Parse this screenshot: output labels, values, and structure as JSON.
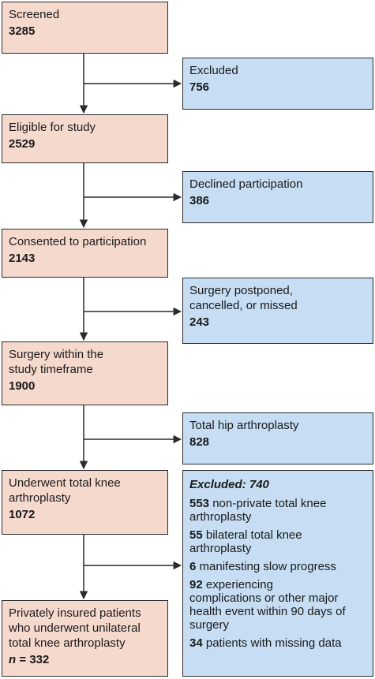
{
  "colors": {
    "left_box": "#f5d9cd",
    "right_box": "#c6ddf3",
    "line": "#2b2b2b"
  },
  "left_boxes": [
    {
      "title": "Screened",
      "count": "3285"
    },
    {
      "title": "Eligible for study",
      "count": "2529"
    },
    {
      "title": "Consented to participation",
      "count": "2143"
    },
    {
      "title": "Surgery within the study timeframe",
      "count": "1900"
    },
    {
      "title": "Underwent total knee arthroplasty",
      "count": "1072"
    },
    {
      "title": "Privately insured patients who underwent unilateral total knee arthroplasty",
      "n_label": "n",
      "n_value": "= 332"
    }
  ],
  "right_boxes": [
    {
      "title": "Excluded",
      "count": "756"
    },
    {
      "title": "Declined participation",
      "count": "386"
    },
    {
      "title": "Surgery postponed, cancelled, or missed",
      "count": "243"
    },
    {
      "title": "Total hip arthroplasty",
      "count": "828"
    }
  ],
  "final_exclusion": {
    "heading": "Excluded: 740",
    "items": [
      {
        "count": "553",
        "text": " non-private total knee arthroplasty"
      },
      {
        "count": "55",
        "text": " bilateral total knee arthroplasty"
      },
      {
        "count": "6",
        "text": " manifesting slow progress"
      },
      {
        "count": "92",
        "text": " experiencing complications or other major health event within 90 days of surgery"
      },
      {
        "count": "34",
        "text": " patients with missing data"
      }
    ]
  }
}
